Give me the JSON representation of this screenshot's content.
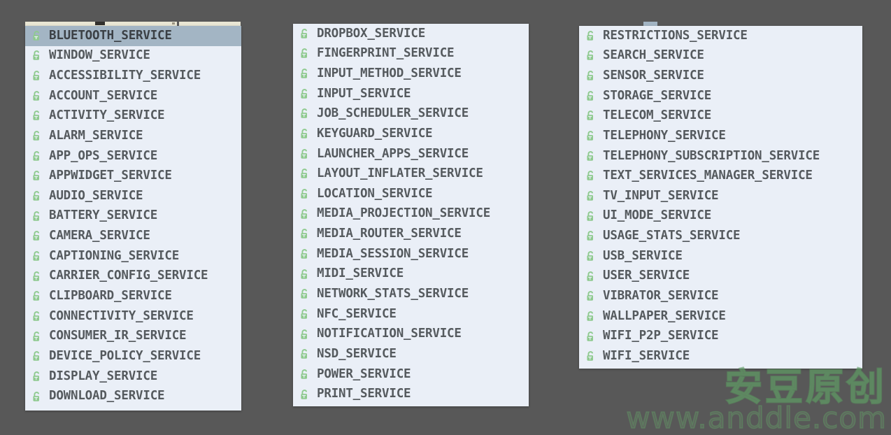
{
  "app": {
    "context": "code-completion-popup",
    "background_color": "#585858",
    "popup_background_color": "#eaeff7",
    "selection_color": "#a3b5c4",
    "text_color": "#555a5e",
    "icon_color": "#8fca8f",
    "icon_name": "public-static-final-field-icon"
  },
  "editor_strip": {
    "strip_color": "#e9e6d4",
    "caret_color": "#32302c"
  },
  "columns": [
    {
      "name": "completion-list-1",
      "items": [
        {
          "label": "BLUETOOTH_SERVICE",
          "selected": true
        },
        {
          "label": "WINDOW_SERVICE",
          "selected": false
        },
        {
          "label": "ACCESSIBILITY_SERVICE",
          "selected": false
        },
        {
          "label": "ACCOUNT_SERVICE",
          "selected": false
        },
        {
          "label": "ACTIVITY_SERVICE",
          "selected": false
        },
        {
          "label": "ALARM_SERVICE",
          "selected": false
        },
        {
          "label": "APP_OPS_SERVICE",
          "selected": false
        },
        {
          "label": "APPWIDGET_SERVICE",
          "selected": false
        },
        {
          "label": "AUDIO_SERVICE",
          "selected": false
        },
        {
          "label": "BATTERY_SERVICE",
          "selected": false
        },
        {
          "label": "CAMERA_SERVICE",
          "selected": false
        },
        {
          "label": "CAPTIONING_SERVICE",
          "selected": false
        },
        {
          "label": "CARRIER_CONFIG_SERVICE",
          "selected": false
        },
        {
          "label": "CLIPBOARD_SERVICE",
          "selected": false
        },
        {
          "label": "CONNECTIVITY_SERVICE",
          "selected": false
        },
        {
          "label": "CONSUMER_IR_SERVICE",
          "selected": false
        },
        {
          "label": "DEVICE_POLICY_SERVICE",
          "selected": false
        },
        {
          "label": "DISPLAY_SERVICE",
          "selected": false
        },
        {
          "label": "DOWNLOAD_SERVICE",
          "selected": false
        }
      ]
    },
    {
      "name": "completion-list-2",
      "items": [
        {
          "label": "DROPBOX_SERVICE",
          "selected": false
        },
        {
          "label": "FINGERPRINT_SERVICE",
          "selected": false
        },
        {
          "label": "INPUT_METHOD_SERVICE",
          "selected": false
        },
        {
          "label": "INPUT_SERVICE",
          "selected": false
        },
        {
          "label": "JOB_SCHEDULER_SERVICE",
          "selected": false
        },
        {
          "label": "KEYGUARD_SERVICE",
          "selected": false
        },
        {
          "label": "LAUNCHER_APPS_SERVICE",
          "selected": false
        },
        {
          "label": "LAYOUT_INFLATER_SERVICE",
          "selected": false
        },
        {
          "label": "LOCATION_SERVICE",
          "selected": false
        },
        {
          "label": "MEDIA_PROJECTION_SERVICE",
          "selected": false
        },
        {
          "label": "MEDIA_ROUTER_SERVICE",
          "selected": false
        },
        {
          "label": "MEDIA_SESSION_SERVICE",
          "selected": false
        },
        {
          "label": "MIDI_SERVICE",
          "selected": false
        },
        {
          "label": "NETWORK_STATS_SERVICE",
          "selected": false
        },
        {
          "label": "NFC_SERVICE",
          "selected": false
        },
        {
          "label": "NOTIFICATION_SERVICE",
          "selected": false
        },
        {
          "label": "NSD_SERVICE",
          "selected": false
        },
        {
          "label": "POWER_SERVICE",
          "selected": false
        },
        {
          "label": "PRINT_SERVICE",
          "selected": false
        }
      ]
    },
    {
      "name": "completion-list-3",
      "items": [
        {
          "label": "RESTRICTIONS_SERVICE",
          "selected": false
        },
        {
          "label": "SEARCH_SERVICE",
          "selected": false
        },
        {
          "label": "SENSOR_SERVICE",
          "selected": false
        },
        {
          "label": "STORAGE_SERVICE",
          "selected": false
        },
        {
          "label": "TELECOM_SERVICE",
          "selected": false
        },
        {
          "label": "TELEPHONY_SERVICE",
          "selected": false
        },
        {
          "label": "TELEPHONY_SUBSCRIPTION_SERVICE",
          "selected": false
        },
        {
          "label": "TEXT_SERVICES_MANAGER_SERVICE",
          "selected": false
        },
        {
          "label": "TV_INPUT_SERVICE",
          "selected": false
        },
        {
          "label": "UI_MODE_SERVICE",
          "selected": false
        },
        {
          "label": "USAGE_STATS_SERVICE",
          "selected": false
        },
        {
          "label": "USB_SERVICE",
          "selected": false
        },
        {
          "label": "USER_SERVICE",
          "selected": false
        },
        {
          "label": "VIBRATOR_SERVICE",
          "selected": false
        },
        {
          "label": "WALLPAPER_SERVICE",
          "selected": false
        },
        {
          "label": "WIFI_P2P_SERVICE",
          "selected": false
        },
        {
          "label": "WIFI_SERVICE",
          "selected": false
        }
      ]
    }
  ],
  "watermark": {
    "brand": "安豆原创",
    "url": "www.anddle.com",
    "color": "#5f9b64"
  }
}
